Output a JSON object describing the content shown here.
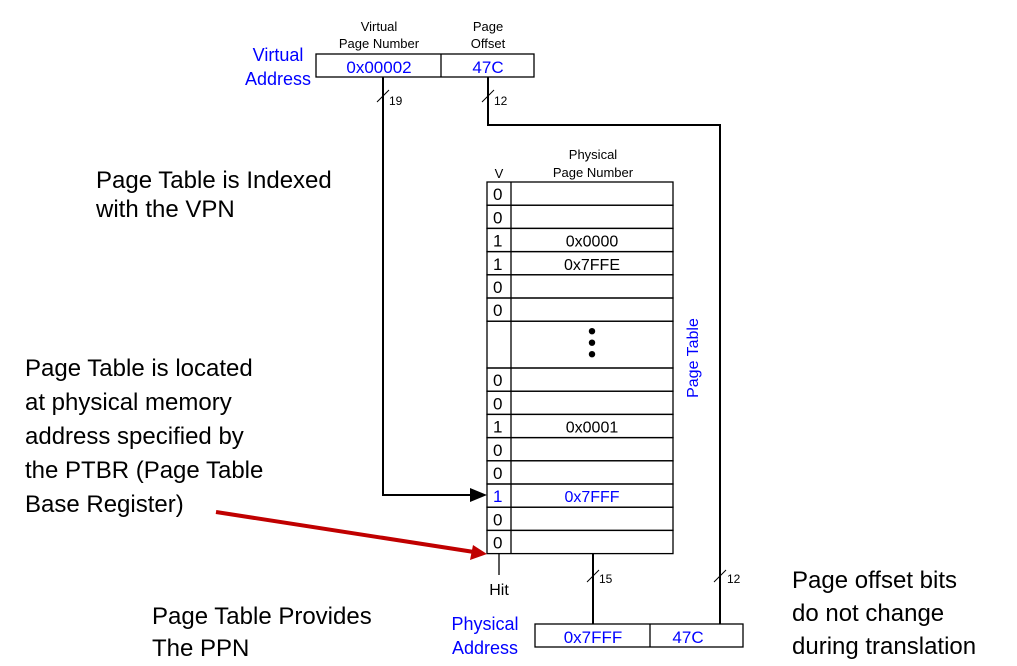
{
  "colors": {
    "accent_blue": "#0000ff",
    "arrow_red": "#c00000",
    "line": "#000000"
  },
  "virtual_address": {
    "label_line1": "Virtual",
    "label_line2": "Address",
    "vpn_header_line1": "Virtual",
    "vpn_header_line2": "Page Number",
    "offset_header_line1": "Page",
    "offset_header_line2": "Offset",
    "vpn_value": "0x00002",
    "offset_value": "47C",
    "vpn_bits": "19",
    "offset_bits": "12"
  },
  "page_table": {
    "label": "Page Table",
    "v_header": "V",
    "ppn_header_line1": "Physical",
    "ppn_header_line2": "Page Number",
    "rows_top": [
      {
        "v": "0",
        "ppn": ""
      },
      {
        "v": "0",
        "ppn": ""
      },
      {
        "v": "1",
        "ppn": "0x0000"
      },
      {
        "v": "1",
        "ppn": "0x7FFE"
      },
      {
        "v": "0",
        "ppn": ""
      },
      {
        "v": "0",
        "ppn": ""
      }
    ],
    "rows_bottom": [
      {
        "v": "0",
        "ppn": ""
      },
      {
        "v": "0",
        "ppn": ""
      },
      {
        "v": "1",
        "ppn": "0x0001"
      },
      {
        "v": "0",
        "ppn": ""
      },
      {
        "v": "0",
        "ppn": ""
      },
      {
        "v": "1",
        "ppn": "0x7FFF",
        "highlighted": true
      },
      {
        "v": "0",
        "ppn": ""
      },
      {
        "v": "0",
        "ppn": ""
      }
    ],
    "hit_label": "Hit",
    "ppn_bits": "15",
    "offset_bits": "12"
  },
  "physical_address": {
    "label_line1": "Physical",
    "label_line2": "Address",
    "ppn_value": "0x7FFF",
    "offset_value": "47C"
  },
  "annotations": {
    "indexed": [
      "Page Table is Indexed",
      "with the VPN"
    ],
    "ptbr": [
      "Page Table is located",
      "at physical memory",
      "address specified by",
      "the PTBR (Page Table",
      "Base Register)"
    ],
    "provides": [
      "Page Table Provides",
      "The PPN"
    ],
    "offset": [
      "Page offset bits",
      "do not change",
      "during translation"
    ]
  }
}
